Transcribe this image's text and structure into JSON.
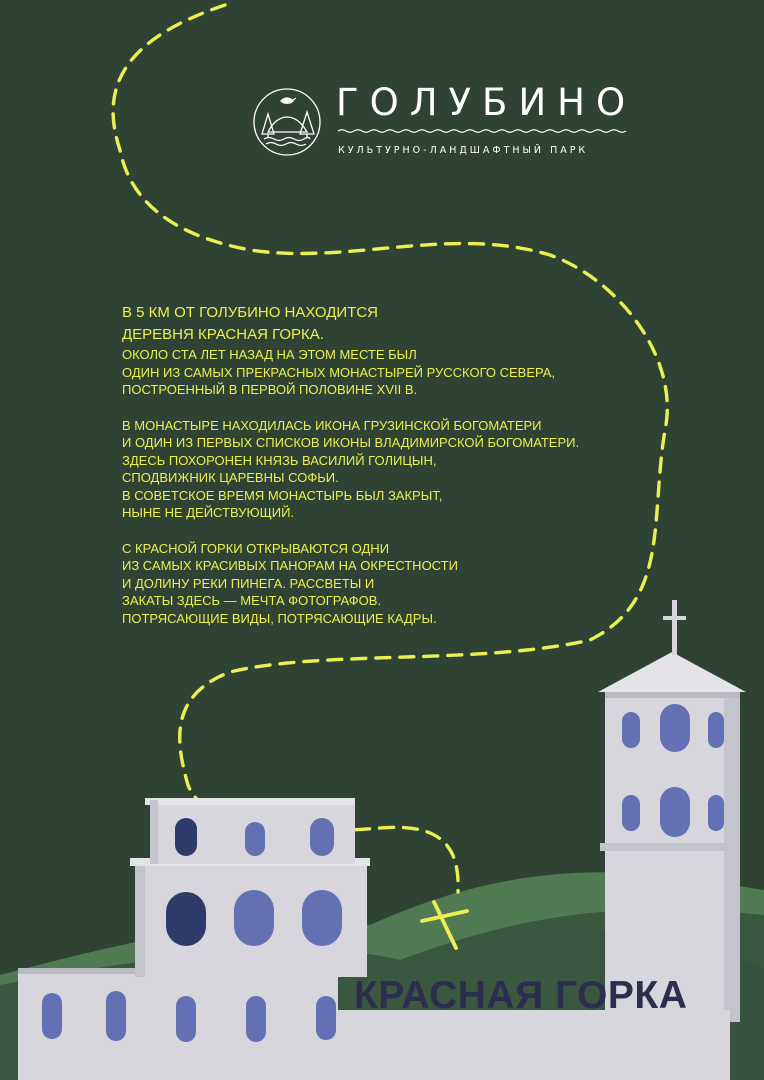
{
  "brand": {
    "title": "ГОЛУБИНО",
    "subtitle": "КУЛЬТУРНО-ЛАНДШАФТНЫЙ ПАРК",
    "logo_icon": "park-logo-icon"
  },
  "intro": {
    "lead": [
      "В 5 КМ ОТ ГОЛУБИНО НАХОДИТСЯ",
      "ДЕРЕВНЯ КРАСНАЯ ГОРКА."
    ],
    "paragraph1": [
      "ОКОЛО СТА ЛЕТ НАЗАД НА ЭТОМ МЕСТЕ БЫЛ",
      "ОДИН ИЗ САМЫХ ПРЕКРАСНЫХ МОНАСТЫРЕЙ РУССКОГО СЕВЕРА,",
      "ПОСТРОЕННЫЙ В ПЕРВОЙ ПОЛОВИНЕ XVII В."
    ],
    "paragraph2": [
      "В МОНАСТЫРЕ НАХОДИЛАСЬ ИКОНА ГРУЗИНСКОЙ БОГОМАТЕРИ",
      "И ОДИН ИЗ ПЕРВЫХ СПИСКОВ ИКОНЫ ВЛАДИМИРСКОЙ БОГОМАТЕРИ.",
      "ЗДЕСЬ ПОХОРОНЕН КНЯЗЬ ВАСИЛИЙ ГОЛИЦЫН,",
      "СПОДВИЖНИК ЦАРЕВНЫ СОФЬИ.",
      "В СОВЕТСКОЕ ВРЕМЯ МОНАСТЫРЬ БЫЛ ЗАКРЫТ,",
      "НЫНЕ НЕ ДЕЙСТВУЮЩИЙ."
    ],
    "paragraph3": [
      "С КРАСНОЙ ГОРКИ ОТКРЫВАЮТСЯ ОДНИ",
      "ИЗ САМЫХ КРАСИВЫХ ПАНОРАМ НА ОКРЕСТНОСТИ",
      "И ДОЛИНУ РЕКИ ПИНЕГА. РАССВЕТЫ И",
      "ЗАКАТЫ ЗДЕСЬ — МЕЧТА ФОТОГРАФОВ.",
      "ПОТРЯСАЮЩИЕ ВИДЫ, ПОТРЯСАЮЩИЕ КАДРЫ."
    ]
  },
  "place_title": "КРАСНАЯ ГОРКА",
  "colors": {
    "background": "#2f4334",
    "hill_dark": "#3a573f",
    "hill_mid": "#4f7a52",
    "accent_yellow": "#ecef52",
    "building": "#d6d6dc",
    "window": "#6470b4",
    "window_dark": "#2e3a6a",
    "title_text": "#2c2e4f"
  },
  "icons": [
    "park-logo-icon",
    "bird-icon",
    "tree-icon",
    "wave-icon",
    "cross-mark-icon",
    "church-cross-icon"
  ]
}
